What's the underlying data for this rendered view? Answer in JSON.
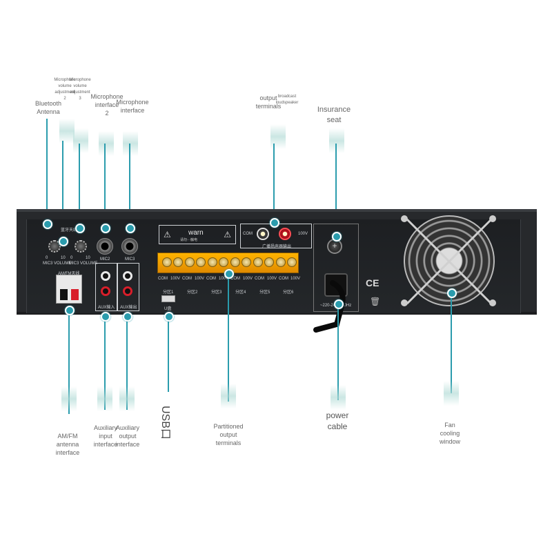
{
  "labels": {
    "bluetooth": [
      "Bluetooth",
      "Antenna"
    ],
    "mic_vol_1": [
      "Microphone",
      "volume",
      "adjustment",
      "2"
    ],
    "mic_vol_2": [
      "Microphone",
      "volume",
      "adjustment",
      "3"
    ],
    "mic_if_2": [
      "Microphone",
      "interface",
      "2"
    ],
    "mic_if": [
      "Microphone",
      "interface"
    ],
    "output_terminals": [
      "output",
      "terminals"
    ],
    "broadcast_speaker": [
      "broadcast",
      "loudspeaker"
    ],
    "insurance": [
      "Insurance",
      "seat"
    ],
    "amfm": [
      "AM/FM",
      "antenna",
      "interface"
    ],
    "aux_in": [
      "Auxiliary",
      "input",
      "interface"
    ],
    "aux_out": [
      "Auxiliary",
      "output",
      "interface"
    ],
    "usb": "USB口",
    "partitioned": [
      "Partitioned",
      "output",
      "terminals"
    ],
    "power": [
      "power",
      "cable"
    ],
    "fan": [
      "Fan",
      "cooling",
      "window"
    ]
  },
  "panel": {
    "bt_label": "蓝牙天线",
    "mic3_vol_a": "MIC3 VOLUME",
    "mic3_vol_b": "MIC3 VOLUME",
    "knob_min": "0",
    "knob_max": "10",
    "mic2": "MIC2",
    "mic3": "MIC3",
    "amfm": "AM/FM天线",
    "aux_in": "AUX输入",
    "aux_out": "AUX输出",
    "usb": "U盘",
    "warn_title": "warn",
    "warn_text": "请勿···触电",
    "com": "COM",
    "v100": "100V",
    "speaker_out": "广播扬声器输出",
    "zone_labels": [
      "COM",
      "100V",
      "COM",
      "100V",
      "COM",
      "100V",
      "COM",
      "100V",
      "COM",
      "100V",
      "COM",
      "100V"
    ],
    "zones": [
      "分区1",
      "分区2",
      "分区3",
      "分区4",
      "分区5",
      "分区6"
    ],
    "voltage": "~220-240V 50Hz",
    "ce": "CE"
  },
  "colors": {
    "accent": "#2a9cad",
    "panel": "#27292c",
    "terminal": "#f2a100",
    "red_terminal": "#d81e2a"
  }
}
